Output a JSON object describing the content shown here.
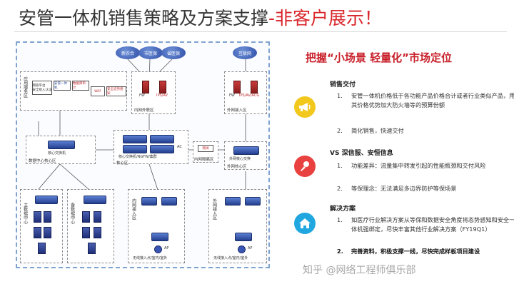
{
  "title": {
    "main": "安管一体机销售策略及方案支撑",
    "accent": "-非客户展示！"
  },
  "diagram": {
    "clouds": [
      "新农合",
      "市医保",
      "省医保",
      "互联网"
    ],
    "zones": {
      "ext_center": "内网外联区",
      "internet": "外网接入区",
      "core_left": "数据中心核心区",
      "core_mid": "核心区",
      "dmz": "内网隔离区",
      "ext_core": "外网核心区",
      "main_dc": "主数据中心",
      "backup_dc": "备数据中心",
      "inner_access": "内网接入区",
      "outer_access": "外网接入区"
    },
    "vertical_left": "应用服务区",
    "devices": {
      "platform": "网管平台\n安全接入认证",
      "sec_all": "安管一体机",
      "db_audit": "数据库审计",
      "waf": "WAF",
      "sec_mgr": "安全态势感知",
      "fw": "FW",
      "ips": "IPS/AV",
      "ips_acg": "IPS/AV/ACG",
      "core_sw": "核心交换机",
      "core_fw": "核心交换机/NGFW/集群",
      "ac": "AC",
      "gap": "网闸",
      "ext_sw": "外网核心交换",
      "ap1": "AP",
      "ap2": "AP",
      "wifi1": "无线接入点/室内/室外",
      "wifi2": "无线接入点/室内/室外"
    }
  },
  "panel": {
    "heading": "把握“小场景 轻量化”市场定位",
    "sections": [
      {
        "title": "销售交付",
        "icon": "megaphone-icon",
        "color": "#f2c81d",
        "items": [
          {
            "num": "1.",
            "text": "安管一体机价格低于各功能产品价格合计或者行业类似产品，用其价格优势加大防火墙等的预算份额",
            "bold": false
          },
          {
            "num": "2.",
            "text": "简化销售，快速交付",
            "bold": false
          }
        ]
      },
      {
        "title": "VS 深信服、安恒信息",
        "icon": "microphone-icon",
        "color": "#e8413f",
        "items": [
          {
            "num": "1.",
            "text": "功能差异：流量集中转发引起的性能瓶颈和交付风险",
            "bold": false
          },
          {
            "num": "2.",
            "text": "等保理念：无法满足多边界防护等保场景",
            "bold": false
          }
        ]
      },
      {
        "title": "解决方案",
        "icon": "house-icon",
        "color": "#21a7df",
        "items": [
          {
            "num": "1.",
            "text": "如医疗行业解决方案从等保和数据安全角度将态势感知和安全一体机强绑定，尽快丰富其他行业解决方案（FY19Q1）",
            "bold": false
          },
          {
            "num": "2.",
            "text": "完善资料，积极支撑一线，尽快完成样板项目建设",
            "bold": true
          }
        ]
      }
    ]
  },
  "watermark": "知乎 @网络工程师俱乐部"
}
